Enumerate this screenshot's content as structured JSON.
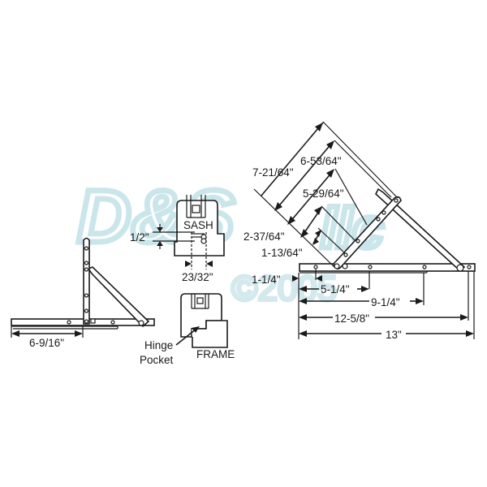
{
  "watermark": {
    "text": "D&S",
    "suffix": "llc",
    "copyright": "©2005",
    "color": "#9fd3dc"
  },
  "left_hinge": {
    "dimension_base": "6-9/16\""
  },
  "sash_detail": {
    "label_sash": "SASH",
    "dim_height": "1/2\"",
    "dim_width": "23/32\""
  },
  "frame_detail": {
    "label_frame": "FRAME",
    "callout_line1": "Hinge",
    "callout_line2": "Pocket"
  },
  "right_hinge": {
    "arm_dimensions": [
      "7-21/64\"",
      "6-53/64\"",
      "5-29/64\"",
      "2-37/64\"",
      "1-13/64\""
    ],
    "track_dimensions": [
      "1-1/4\"",
      "5-1/4\"",
      "9-1/4\"",
      "12-5/8\"",
      "13\""
    ]
  }
}
